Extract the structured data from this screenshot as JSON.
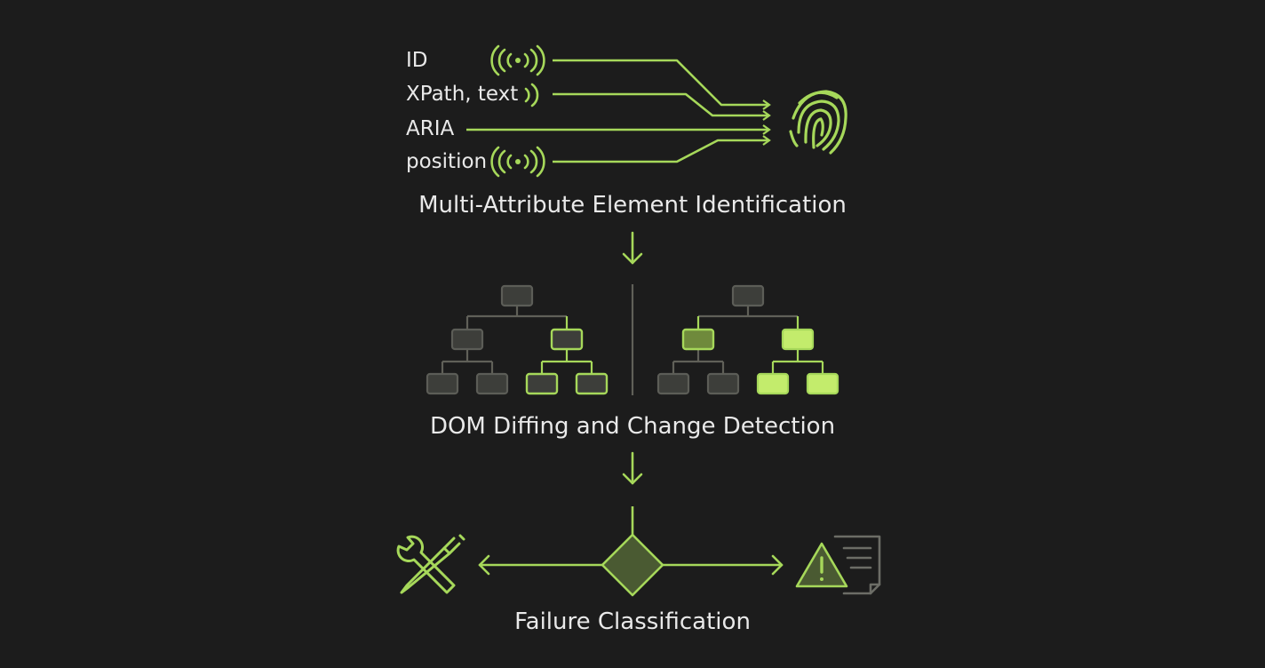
{
  "attributes": [
    {
      "label": "ID",
      "signal": true
    },
    {
      "label": "XPath, text",
      "signal": true
    },
    {
      "label": "ARIA",
      "signal": false
    },
    {
      "label": "position",
      "signal": true
    }
  ],
  "stages": {
    "identification": "Multi-Attribute Element Identification",
    "dom_diff": "DOM Diffing and Change Detection",
    "classification": "Failure Classification"
  },
  "icons": {
    "signal": "signal-waves-icon",
    "fingerprint": "fingerprint-icon",
    "tools": "wrench-screwdriver-icon",
    "warning_report": "warning-report-icon",
    "decision": "decision-diamond-icon"
  },
  "colors": {
    "background": "#1c1c1c",
    "accent": "#a6d85a",
    "accent_fill": "#c3ec6c",
    "muted_node": "#3d3e3a",
    "muted_stroke": "#606058",
    "text": "#e9e9e9"
  }
}
